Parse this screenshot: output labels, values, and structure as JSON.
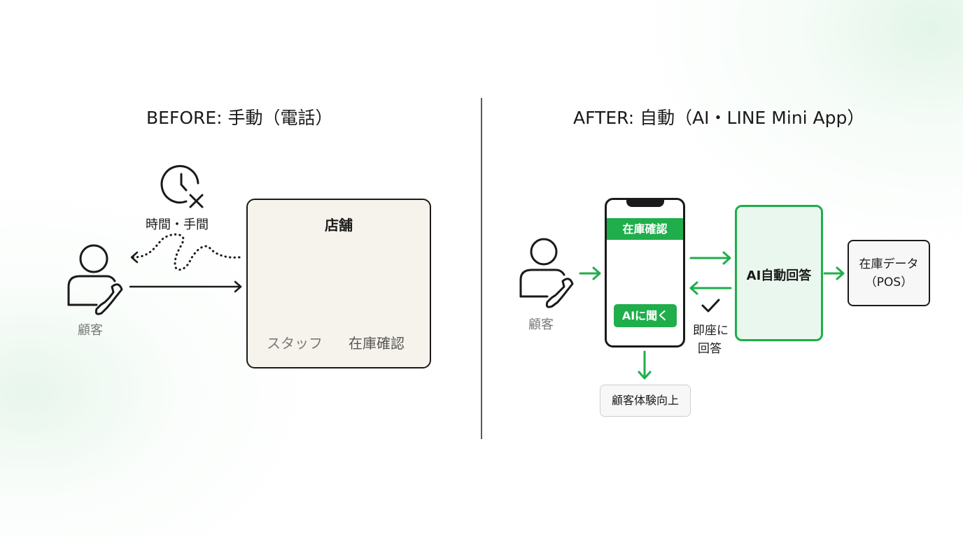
{
  "before": {
    "title": "BEFORE: 手動（電話）",
    "time_label": "時間・手間",
    "customer_label": "顧客",
    "store": {
      "title": "店舗",
      "staff_label": "スタッフ",
      "inventory_label": "在庫確認"
    }
  },
  "after": {
    "title": "AFTER: 自動（AI・LINE Mini App）",
    "customer_label": "顧客",
    "phone": {
      "header": "在庫確認",
      "button": "AIに聞く"
    },
    "ai_label": "AI自動回答",
    "instant_reply_line1": "即座に",
    "instant_reply_line2": "回答",
    "data_line1": "在庫データ",
    "data_line2": "（POS）",
    "cx_label": "顧客体験向上"
  },
  "icons": {
    "clock": "clock-x-icon",
    "person": "person-icon",
    "phone_handset": "phone-handset-icon",
    "boxes": "boxes-icon",
    "check": "check-icon"
  },
  "colors": {
    "accent": "#1fae4b",
    "text": "#1a1a1a",
    "muted": "#7a7a7a",
    "store_bg": "#f6f3ec"
  }
}
